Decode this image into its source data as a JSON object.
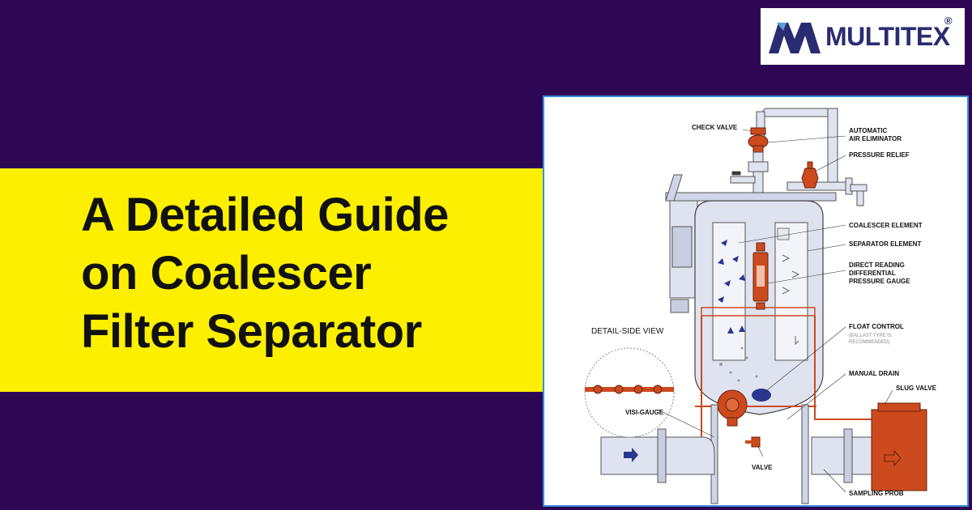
{
  "headline": {
    "line1": "A Detailed Guide",
    "line2": "on Coalescer",
    "line3": "Filter Separator"
  },
  "logo": {
    "text": "MULTITEX",
    "registered": "®",
    "icon": "multitex-m-logo"
  },
  "colors": {
    "background": "#2d0753",
    "banner": "#fcf000",
    "logo_text": "#2a2c72",
    "frame_border": "#3a8ed8",
    "vessel": "#dfe3ef",
    "piping_accent": "#cc4a1e",
    "flow_arrows": "#2a3590"
  },
  "diagram": {
    "labels": {
      "check_valve": "CHECK VALVE",
      "air_eliminator_1": "AUTOMATIC",
      "air_eliminator_2": "AIR ELIMINATOR",
      "pressure_relief": "PRESSURE RELIEF",
      "coalescer_element": "COALESCER ELEMENT",
      "separator_element": "SEPARATOR ELEMENT",
      "dp_gauge_1": "DIRECT READING",
      "dp_gauge_2": "DIFFERENTIAL",
      "dp_gauge_3": "PRESSURE GAUGE",
      "float_control": "FLOAT CONTROL",
      "float_note_1": "(BALLAST TYPE IS",
      "float_note_2": "RECOMMENDED)",
      "manual_drain": "MANUAL DRAIN",
      "slug_valve": "SLUG VALVE",
      "detail_side_view": "DETAIL-SIDE VIEW",
      "visi_gauge": "VISI-GAUGE",
      "valve": "VALVE",
      "sampling_prob": "SAMPLING PROB"
    }
  }
}
